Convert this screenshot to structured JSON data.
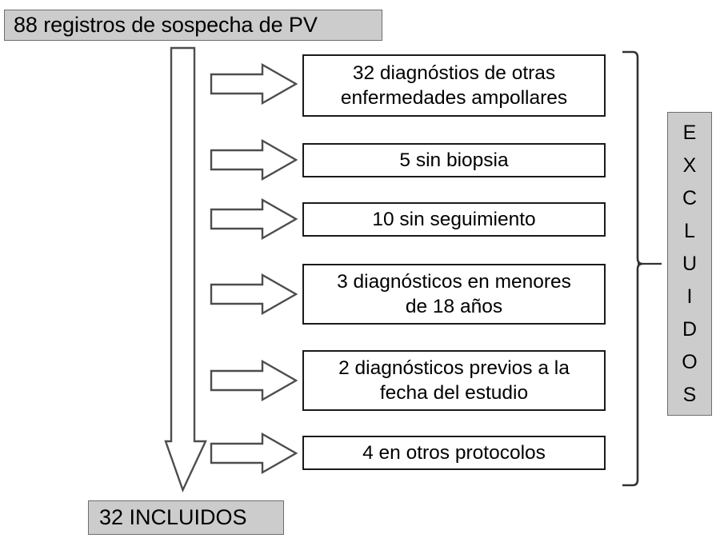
{
  "diagram": {
    "title_box": {
      "label": "88 registros de sospecha de PV",
      "fill": "#cccccc",
      "border": "#6e6e6e"
    },
    "included_box": {
      "label": "32 INCLUIDOS",
      "fill": "#cccccc",
      "border": "#6e6e6e"
    },
    "excluded_label": {
      "text": "EXCLUIDOS",
      "letters": [
        "E",
        "X",
        "C",
        "L",
        "U",
        "I",
        "D",
        "O",
        "S"
      ],
      "fill": "#cccccc",
      "border": "#6e6e6e"
    },
    "exclusion_boxes": [
      {
        "id": "other-bullous-diseases",
        "count": 32,
        "line1": "32 diagnóstios  de otras",
        "line2": "enfermedades ampollares",
        "text": "32 diagnóstios  de otras enfermedades ampollares"
      },
      {
        "id": "no-biopsy",
        "count": 5,
        "line1": "5 sin biopsia",
        "line2": "",
        "text": "5 sin biopsia"
      },
      {
        "id": "no-followup",
        "count": 10,
        "line1": "10 sin seguimiento",
        "line2": "",
        "text": "10 sin seguimiento"
      },
      {
        "id": "minors-under-18",
        "count": 3,
        "line1": "3 diagnósticos en menores",
        "line2": "de 18 años",
        "text": "3 diagnósticos en menores de 18 años"
      },
      {
        "id": "diagnosed-before-study",
        "count": 2,
        "line1": "2 diagnósticos previos a la",
        "line2": "fecha del estudio",
        "text": "2 diagnósticos previos a la fecha del estudio"
      },
      {
        "id": "other-protocols",
        "count": 4,
        "line1": "4 en otros protocolos",
        "line2": "",
        "text": "4 en otros protocolos"
      }
    ],
    "arrow_icons": {
      "horizontal": "arrow-right-icon",
      "vertical": "arrow-down-icon",
      "bracket": "brace-right-icon"
    },
    "colors": {
      "box_border": "#1a1a1a",
      "arrow_stroke": "#4d4d4d",
      "arrow_fill": "#ffffff",
      "page_background": "#ffffff"
    }
  }
}
